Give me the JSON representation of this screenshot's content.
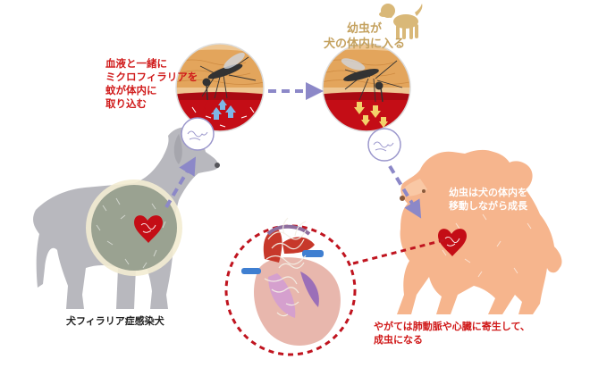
{
  "labels": {
    "mosquito_feeding": "血液と一緒に\nミクロフィラリアを\n蚊が体内に\n取り込む",
    "larvae_enter": "幼虫が\n犬の体内に入る",
    "larvae_growing": "幼虫は犬の体内を\n移動しながら成長",
    "infected_dog": "犬フィラリア症感染犬",
    "adult_parasites": "やがては肺動脈や心臓に寄生して、\n成虫になる"
  },
  "colors": {
    "label_red": "#d01a1a",
    "label_tan": "#c4a15e",
    "infected_dog_gray": "#b8b8be",
    "infected_dog_body": "#9aa291",
    "healthy_dog_peach": "#f6b58d",
    "blood_red": "#c40d16",
    "skin_tan": "#e3a55c",
    "arrow_lavender": "#8c88c8",
    "dashed_red": "#c0141f"
  },
  "icons": [
    "infected-dog-icon",
    "healthy-dog-icon",
    "mosquito-icon",
    "heart-icon",
    "microfilaria-icon",
    "small-dog-icon",
    "heart-anatomy-icon"
  ]
}
